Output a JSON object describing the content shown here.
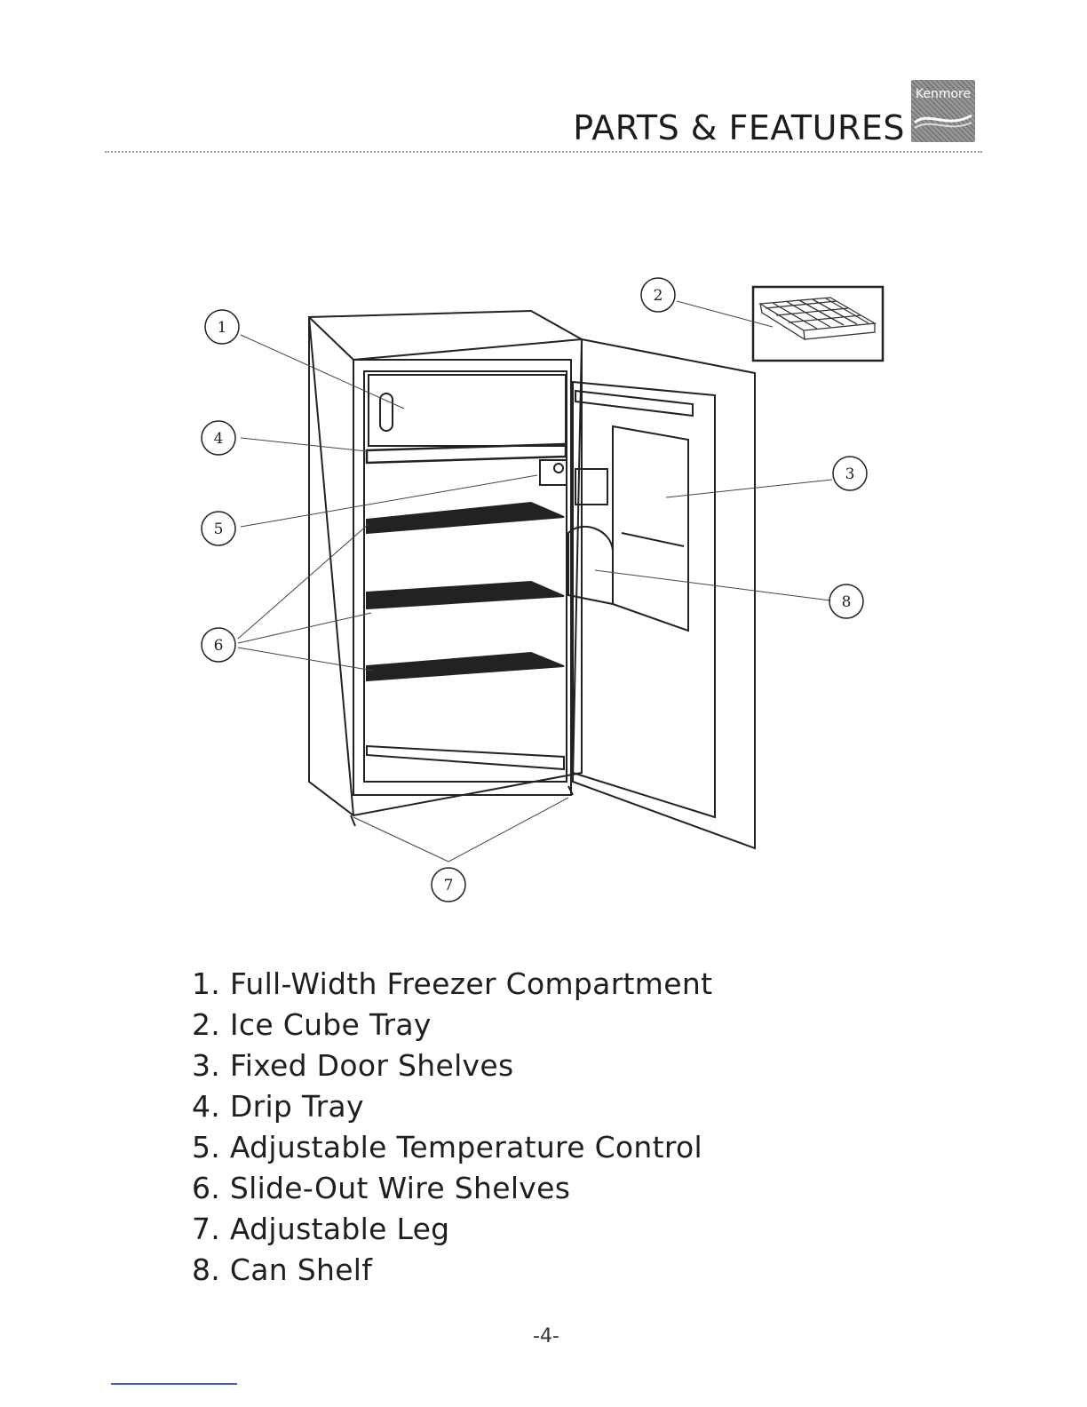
{
  "header": {
    "title": "PARTS & FEATURES",
    "logo_text": "Kenmore"
  },
  "diagram": {
    "callouts": [
      "1",
      "2",
      "3",
      "4",
      "5",
      "6",
      "7",
      "8"
    ]
  },
  "parts": [
    "1. Full-Width Freezer Compartment",
    "2. Ice Cube Tray",
    "3. Fixed Door Shelves",
    "4. Drip Tray",
    "5. Adjustable Temperature Control",
    "6. Slide-Out Wire Shelves",
    "7. Adjustable Leg",
    "8. Can Shelf"
  ],
  "footer": {
    "page_number": "-4-"
  }
}
